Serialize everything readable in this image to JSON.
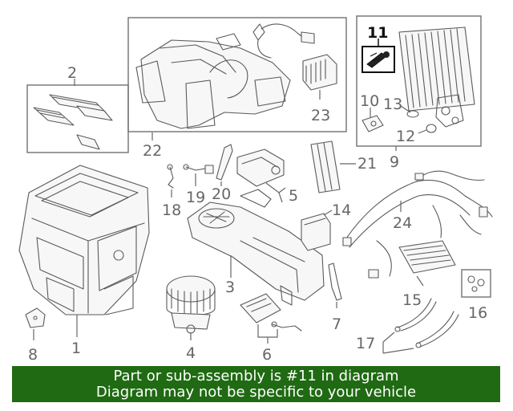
{
  "callouts": {
    "c1": "1",
    "c2": "2",
    "c3": "3",
    "c4": "4",
    "c5": "5",
    "c6": "6",
    "c7": "7",
    "c8": "8",
    "c9": "9",
    "c10": "10",
    "c11": "11",
    "c12": "12",
    "c13": "13",
    "c14": "14",
    "c15": "15",
    "c16": "16",
    "c17": "17",
    "c18": "18",
    "c19": "19",
    "c20": "20",
    "c21": "21",
    "c22": "22",
    "c23": "23",
    "c24": "24"
  },
  "highlighted_part": "11",
  "banner": {
    "line1": "Part or sub-assembly is #11 in diagram",
    "line2": "Diagram may not be specific to your vehicle",
    "background": "#1f6a12",
    "text_color": "#ffffff"
  }
}
